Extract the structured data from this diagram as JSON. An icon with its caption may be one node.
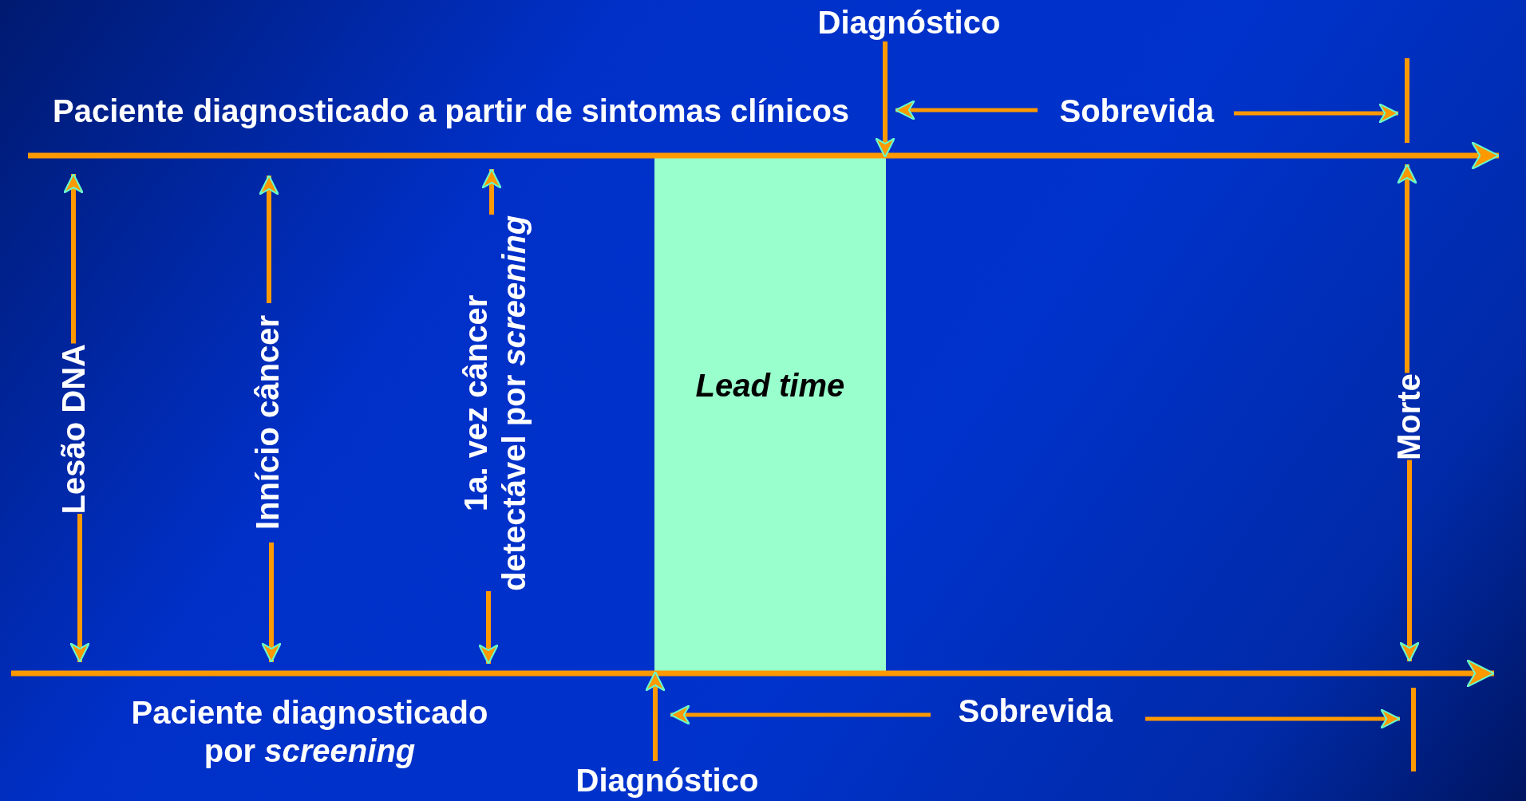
{
  "diagram": {
    "nodes": [
      {
        "text": [
          "Diagnóstico"
        ]
      },
      {
        "text": [
          "Lesão DNA"
        ]
      },
      {
        "text": [
          "Innício câncer"
        ]
      },
      {
        "text": [
          "1a. vez câncer detectável por *screening*"
        ]
      },
      {
        "text": [
          "Lead time"
        ]
      },
      {
        "text": [
          "Morte"
        ]
      },
      {
        "text": [
          "Diagnóstico"
        ]
      }
    ],
    "edges": [
      {
        "from": 0,
        "to": 4,
        "arrow": "to"
      },
      {
        "from": 1,
        "to": null,
        "arrow": "to"
      },
      {
        "from": 1,
        "to": null,
        "arrow": "to"
      },
      {
        "from": 2,
        "to": null,
        "arrow": "to"
      },
      {
        "from": 2,
        "to": null,
        "arrow": "to"
      },
      {
        "from": 3,
        "to": null,
        "arrow": "to"
      },
      {
        "from": 3,
        "to": null,
        "arrow": "to"
      },
      {
        "from": 5,
        "to": null,
        "arrow": "to"
      },
      {
        "from": 5,
        "to": null,
        "arrow": "to"
      },
      {
        "from": 6,
        "to": 4,
        "arrow": "to"
      }
    ],
    "labels": [
      "Paciente diagnosticado a partir de sintomas clínicos",
      "Sobrevida",
      "Paciente diagnosticado por *screening*",
      "Sobrevida"
    ]
  }
}
